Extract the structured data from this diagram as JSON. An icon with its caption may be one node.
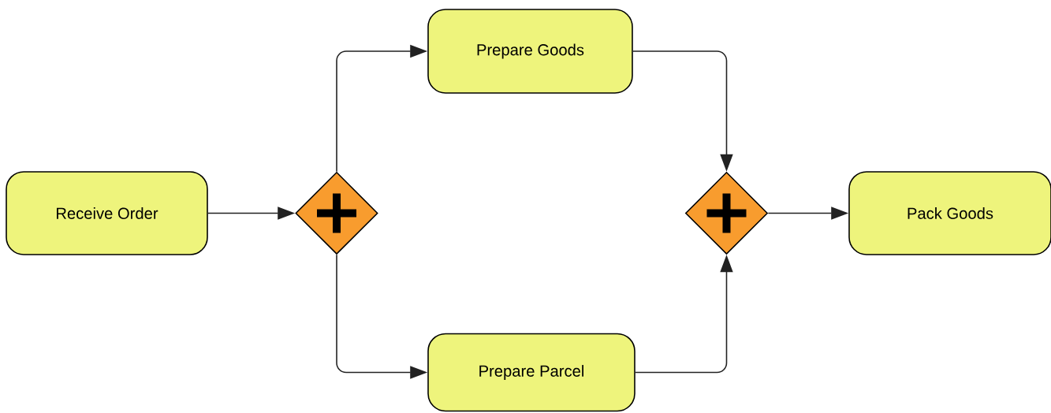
{
  "diagram": {
    "nodes": [
      {
        "text": [
          "Receive Order"
        ]
      },
      {
        "text": [],
        "shape": "diamond"
      },
      {
        "text": [
          "Prepare Goods"
        ]
      },
      {
        "text": [
          "Prepare Parcel"
        ]
      },
      {
        "text": [],
        "shape": "diamond"
      },
      {
        "text": [
          "Pack Goods"
        ]
      }
    ],
    "edges": [
      {
        "from": 0,
        "to": 1,
        "arrow": "to"
      },
      {
        "from": 1,
        "to": 2,
        "arrow": "to"
      },
      {
        "from": 1,
        "to": 3,
        "arrow": "to"
      },
      {
        "from": 2,
        "to": 4,
        "arrow": "to"
      },
      {
        "from": 3,
        "to": 4,
        "arrow": "to"
      },
      {
        "from": 4,
        "to": 5,
        "arrow": "to"
      }
    ]
  }
}
